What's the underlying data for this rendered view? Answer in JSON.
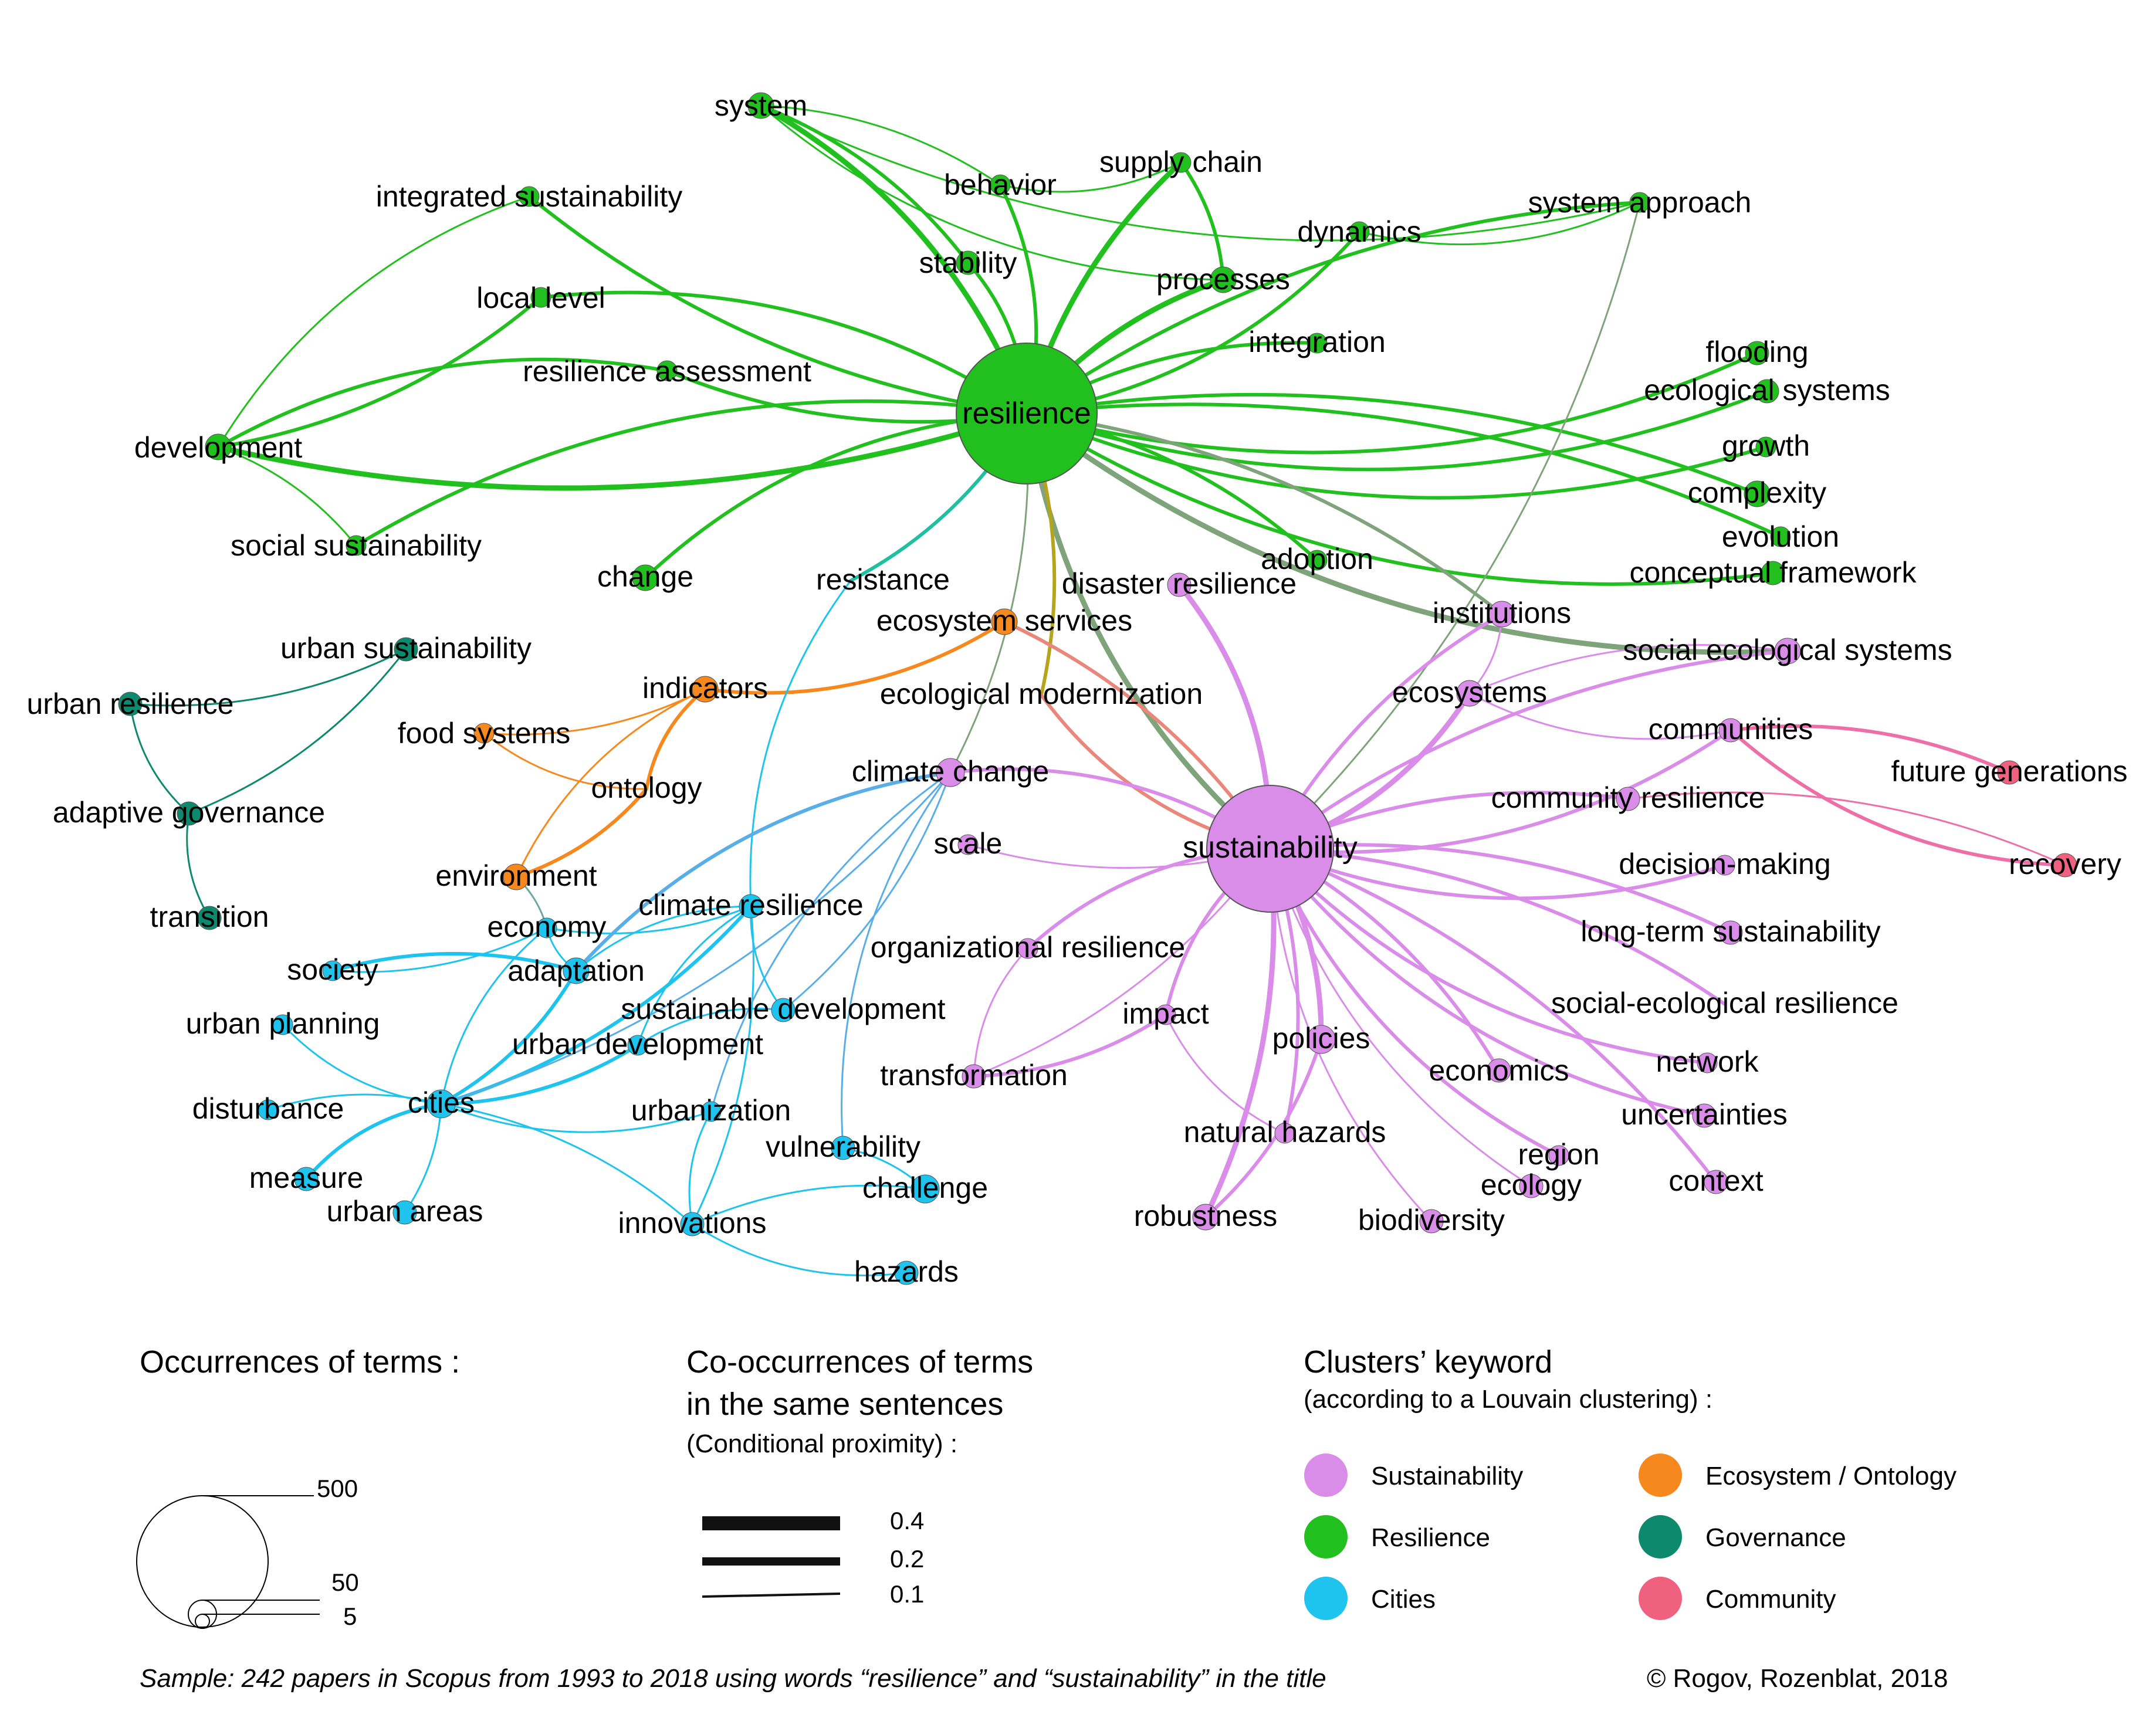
{
  "nodes": [
    {
      "id": "resilience",
      "label": "resilience",
      "cluster": "resilience"
    },
    {
      "id": "sustainability",
      "label": "sustainability",
      "cluster": "sustainability"
    },
    {
      "id": "system",
      "label": "system",
      "cluster": "resilience"
    },
    {
      "id": "integrated_sustainability",
      "label": "integrated sustainability",
      "cluster": "resilience"
    },
    {
      "id": "behavior",
      "label": "behavior",
      "cluster": "resilience"
    },
    {
      "id": "supply_chain",
      "label": "supply chain",
      "cluster": "resilience"
    },
    {
      "id": "dynamics",
      "label": "dynamics",
      "cluster": "resilience"
    },
    {
      "id": "system_approach",
      "label": "system approach",
      "cluster": "resilience"
    },
    {
      "id": "stability",
      "label": "stability",
      "cluster": "resilience"
    },
    {
      "id": "processes",
      "label": "processes",
      "cluster": "resilience"
    },
    {
      "id": "local_level",
      "label": "local level",
      "cluster": "resilience"
    },
    {
      "id": "integration",
      "label": "integration",
      "cluster": "resilience"
    },
    {
      "id": "flooding",
      "label": "flooding",
      "cluster": "resilience"
    },
    {
      "id": "resilience_assessment",
      "label": "resilience assessment",
      "cluster": "resilience"
    },
    {
      "id": "ecological_systems",
      "label": "ecological systems",
      "cluster": "resilience"
    },
    {
      "id": "development",
      "label": "development",
      "cluster": "resilience"
    },
    {
      "id": "growth",
      "label": "growth",
      "cluster": "resilience"
    },
    {
      "id": "complexity",
      "label": "complexity",
      "cluster": "resilience"
    },
    {
      "id": "social_sustainability",
      "label": "social sustainability",
      "cluster": "resilience"
    },
    {
      "id": "evolution",
      "label": "evolution",
      "cluster": "resilience"
    },
    {
      "id": "change",
      "label": "change",
      "cluster": "resilience"
    },
    {
      "id": "adoption",
      "label": "adoption",
      "cluster": "resilience"
    },
    {
      "id": "conceptual_framework",
      "label": "conceptual framework",
      "cluster": "resilience"
    },
    {
      "id": "resistance",
      "label": "resistance",
      "cluster": "cities"
    },
    {
      "id": "disaster_resilience",
      "label": "disaster resilience",
      "cluster": "sustainability"
    },
    {
      "id": "institutions",
      "label": "institutions",
      "cluster": "sustainability"
    },
    {
      "id": "ecosystem_services",
      "label": "ecosystem services",
      "cluster": "ecosystem"
    },
    {
      "id": "urban_sustainability",
      "label": "urban sustainability",
      "cluster": "governance"
    },
    {
      "id": "social_ecological_systems",
      "label": "social ecological systems",
      "cluster": "sustainability"
    },
    {
      "id": "urban_resilience",
      "label": "urban resilience",
      "cluster": "governance"
    },
    {
      "id": "indicators",
      "label": "indicators",
      "cluster": "ecosystem"
    },
    {
      "id": "ecological_modernization",
      "label": "ecological modernization",
      "cluster": "ecosystem"
    },
    {
      "id": "ecosystems",
      "label": "ecosystems",
      "cluster": "sustainability"
    },
    {
      "id": "food_systems",
      "label": "food systems",
      "cluster": "ecosystem"
    },
    {
      "id": "communities",
      "label": "communities",
      "cluster": "sustainability"
    },
    {
      "id": "future_generations",
      "label": "future generations",
      "cluster": "community"
    },
    {
      "id": "climate_change",
      "label": "climate change",
      "cluster": "sustainability"
    },
    {
      "id": "ontology",
      "label": "ontology",
      "cluster": "ecosystem"
    },
    {
      "id": "adaptive_governance",
      "label": "adaptive governance",
      "cluster": "governance"
    },
    {
      "id": "community_resilience",
      "label": "community resilience",
      "cluster": "sustainability"
    },
    {
      "id": "scale",
      "label": "scale",
      "cluster": "sustainability"
    },
    {
      "id": "recovery",
      "label": "recovery",
      "cluster": "community"
    },
    {
      "id": "environment",
      "label": "environment",
      "cluster": "ecosystem"
    },
    {
      "id": "decision_making",
      "label": "decision-making",
      "cluster": "sustainability"
    },
    {
      "id": "transition",
      "label": "transition",
      "cluster": "governance"
    },
    {
      "id": "climate_resilience",
      "label": "climate resilience",
      "cluster": "cities"
    },
    {
      "id": "economy",
      "label": "economy",
      "cluster": "cities"
    },
    {
      "id": "long_term_sustainability",
      "label": "long-term sustainability",
      "cluster": "sustainability"
    },
    {
      "id": "organizational_resilience",
      "label": "organizational resilience",
      "cluster": "sustainability"
    },
    {
      "id": "society",
      "label": "society",
      "cluster": "cities"
    },
    {
      "id": "adaptation",
      "label": "adaptation",
      "cluster": "cities"
    },
    {
      "id": "sustainable_development",
      "label": "sustainable development",
      "cluster": "cities"
    },
    {
      "id": "social_ecological_resilience",
      "label": "social-ecological resilience",
      "cluster": "sustainability"
    },
    {
      "id": "impact",
      "label": "impact",
      "cluster": "sustainability"
    },
    {
      "id": "urban_planning",
      "label": "urban planning",
      "cluster": "cities"
    },
    {
      "id": "policies",
      "label": "policies",
      "cluster": "sustainability"
    },
    {
      "id": "urban_development",
      "label": "urban development",
      "cluster": "cities"
    },
    {
      "id": "network",
      "label": "network",
      "cluster": "sustainability"
    },
    {
      "id": "transformation",
      "label": "transformation",
      "cluster": "sustainability"
    },
    {
      "id": "economics",
      "label": "economics",
      "cluster": "sustainability"
    },
    {
      "id": "cities",
      "label": "cities",
      "cluster": "cities"
    },
    {
      "id": "disturbance",
      "label": "disturbance",
      "cluster": "cities"
    },
    {
      "id": "urbanization",
      "label": "urbanization",
      "cluster": "cities"
    },
    {
      "id": "uncertainties",
      "label": "uncertainties",
      "cluster": "sustainability"
    },
    {
      "id": "natural_hazards",
      "label": "natural hazards",
      "cluster": "sustainability"
    },
    {
      "id": "region",
      "label": "region",
      "cluster": "sustainability"
    },
    {
      "id": "vulnerability",
      "label": "vulnerability",
      "cluster": "cities"
    },
    {
      "id": "measure",
      "label": "measure",
      "cluster": "cities"
    },
    {
      "id": "context",
      "label": "context",
      "cluster": "sustainability"
    },
    {
      "id": "challenge",
      "label": "challenge",
      "cluster": "cities"
    },
    {
      "id": "ecology",
      "label": "ecology",
      "cluster": "sustainability"
    },
    {
      "id": "urban_areas",
      "label": "urban areas",
      "cluster": "cities"
    },
    {
      "id": "robustness",
      "label": "robustness",
      "cluster": "sustainability"
    },
    {
      "id": "innovations",
      "label": "innovations",
      "cluster": "cities"
    },
    {
      "id": "biodiversity",
      "label": "biodiversity",
      "cluster": "sustainability"
    },
    {
      "id": "hazards",
      "label": "hazards",
      "cluster": "cities"
    }
  ],
  "edges": [
    [
      "resilience",
      "system",
      3
    ],
    [
      "resilience",
      "integrated_sustainability",
      2
    ],
    [
      "resilience",
      "behavior",
      2
    ],
    [
      "resilience",
      "supply_chain",
      3
    ],
    [
      "resilience",
      "dynamics",
      2
    ],
    [
      "resilience",
      "system_approach",
      2
    ],
    [
      "resilience",
      "stability",
      2
    ],
    [
      "resilience",
      "processes",
      3
    ],
    [
      "resilience",
      "local_level",
      2
    ],
    [
      "resilience",
      "integration",
      2
    ],
    [
      "resilience",
      "flooding",
      2
    ],
    [
      "resilience",
      "resilience_assessment",
      2
    ],
    [
      "resilience",
      "ecological_systems",
      2
    ],
    [
      "resilience",
      "development",
      3
    ],
    [
      "resilience",
      "growth",
      2
    ],
    [
      "resilience",
      "complexity",
      2
    ],
    [
      "resilience",
      "social_sustainability",
      2
    ],
    [
      "resilience",
      "evolution",
      2
    ],
    [
      "resilience",
      "change",
      2
    ],
    [
      "resilience",
      "adoption",
      2
    ],
    [
      "resilience",
      "conceptual_framework",
      2
    ],
    [
      "resilience",
      "resistance",
      2
    ],
    [
      "resilience",
      "sustainability",
      3
    ],
    [
      "resilience",
      "ecological_modernization",
      2
    ],
    [
      "resilience",
      "social_ecological_systems",
      3
    ],
    [
      "resilience",
      "institutions",
      2
    ],
    [
      "system",
      "system_approach",
      1
    ],
    [
      "system",
      "stability",
      2
    ],
    [
      "system",
      "processes",
      1
    ],
    [
      "system",
      "behavior",
      1
    ],
    [
      "integrated_sustainability",
      "development",
      1
    ],
    [
      "local_level",
      "development",
      2
    ],
    [
      "resilience_assessment",
      "development",
      2
    ],
    [
      "development",
      "social_sustainability",
      1
    ],
    [
      "behavior",
      "supply_chain",
      1
    ],
    [
      "supply_chain",
      "processes",
      2
    ],
    [
      "dynamics",
      "system_approach",
      1
    ],
    [
      "system_approach",
      "sustainability",
      1
    ],
    [
      "ecological_modernization",
      "sustainability",
      2
    ],
    [
      "resilience",
      "climate_change",
      1
    ],
    [
      "sustainability",
      "disaster_resilience",
      3
    ],
    [
      "sustainability",
      "institutions",
      2
    ],
    [
      "sustainability",
      "ecosystems",
      3
    ],
    [
      "sustainability",
      "social_ecological_systems",
      2
    ],
    [
      "sustainability",
      "communities",
      2
    ],
    [
      "sustainability",
      "community_resilience",
      2
    ],
    [
      "sustainability",
      "climate_change",
      2
    ],
    [
      "sustainability",
      "scale",
      1
    ],
    [
      "sustainability",
      "decision_making",
      2
    ],
    [
      "sustainability",
      "long_term_sustainability",
      2
    ],
    [
      "sustainability",
      "organizational_resilience",
      2
    ],
    [
      "sustainability",
      "social_ecological_resilience",
      2
    ],
    [
      "sustainability",
      "impact",
      2
    ],
    [
      "sustainability",
      "policies",
      3
    ],
    [
      "sustainability",
      "network",
      2
    ],
    [
      "sustainability",
      "economics",
      2
    ],
    [
      "sustainability",
      "uncertainties",
      2
    ],
    [
      "sustainability",
      "natural_hazards",
      2
    ],
    [
      "sustainability",
      "region",
      2
    ],
    [
      "sustainability",
      "context",
      2
    ],
    [
      "sustainability",
      "ecology",
      1
    ],
    [
      "sustainability",
      "robustness",
      3
    ],
    [
      "sustainability",
      "biodiversity",
      1
    ],
    [
      "sustainability",
      "transformation",
      1
    ],
    [
      "ecosystems",
      "institutions",
      1
    ],
    [
      "ecosystems",
      "social_ecological_systems",
      1
    ],
    [
      "ecosystems",
      "communities",
      1
    ],
    [
      "impact",
      "transformation",
      2
    ],
    [
      "impact",
      "natural_hazards",
      1
    ],
    [
      "policies",
      "robustness",
      2
    ],
    [
      "organizational_resilience",
      "transformation",
      1
    ],
    [
      "communities",
      "future_generations",
      2
    ],
    [
      "communities",
      "recovery",
      2
    ],
    [
      "community_resilience",
      "recovery",
      1
    ],
    [
      "indicators",
      "ecosystem_services",
      2
    ],
    [
      "indicators",
      "food_systems",
      1
    ],
    [
      "indicators",
      "ontology",
      2
    ],
    [
      "ecosystem_services",
      "sustainability",
      2
    ],
    [
      "food_systems",
      "ontology",
      1
    ],
    [
      "ontology",
      "environment",
      2
    ],
    [
      "indicators",
      "environment",
      1
    ],
    [
      "urban_sustainability",
      "urban_resilience",
      1
    ],
    [
      "urban_resilience",
      "adaptive_governance",
      1
    ],
    [
      "urban_sustainability",
      "adaptive_governance",
      1
    ],
    [
      "adaptive_governance",
      "transition",
      1
    ],
    [
      "environment",
      "economy",
      1
    ],
    [
      "resistance",
      "climate_resilience",
      1
    ],
    [
      "climate_resilience",
      "economy",
      1
    ],
    [
      "climate_resilience",
      "adaptation",
      1
    ],
    [
      "climate_resilience",
      "cities",
      2
    ],
    [
      "climate_resilience",
      "urban_development",
      1
    ],
    [
      "climate_resilience",
      "innovations",
      1
    ],
    [
      "climate_change",
      "adaptation",
      2
    ],
    [
      "climate_change",
      "cities",
      1
    ],
    [
      "climate_change",
      "urbanization",
      1
    ],
    [
      "climate_change",
      "sustainable_development",
      1
    ],
    [
      "climate_change",
      "vulnerability",
      1
    ],
    [
      "economy",
      "society",
      1
    ],
    [
      "economy",
      "adaptation",
      1
    ],
    [
      "society",
      "adaptation",
      2
    ],
    [
      "economy",
      "cities",
      1
    ],
    [
      "adaptation",
      "cities",
      2
    ],
    [
      "sustainable_development",
      "urban_development",
      1
    ],
    [
      "urban_development",
      "cities",
      2
    ],
    [
      "urban_planning",
      "cities",
      1
    ],
    [
      "disturbance",
      "cities",
      1
    ],
    [
      "cities",
      "measure",
      2
    ],
    [
      "cities",
      "urban_areas",
      1
    ],
    [
      "cities",
      "urbanization",
      1
    ],
    [
      "cities",
      "innovations",
      1
    ],
    [
      "urbanization",
      "innovations",
      1
    ],
    [
      "innovations",
      "challenge",
      1
    ],
    [
      "innovations",
      "hazards",
      1
    ],
    [
      "vulnerability",
      "challenge",
      1
    ],
    [
      "climate_resilience",
      "sustainable_development",
      1
    ]
  ],
  "legend": {
    "occurrences_title": "Occurrences of terms :",
    "occurrence_values": [
      "500",
      "50",
      "5"
    ],
    "cooccurrence_title_1": "Co-occurrences of terms",
    "cooccurrence_title_2": "in the same sentences",
    "cooccurrence_sub": "(Conditional proximity) :",
    "cooccurrence_values": [
      "0.4",
      "0.2",
      "0.1"
    ],
    "clusters_title": "Clusters’ keyword",
    "clusters_sub": "(according to a Louvain clustering) :",
    "clusters": [
      {
        "key": "sustainability",
        "label": "Sustainability",
        "color": "#d98ce8"
      },
      {
        "key": "resilience",
        "label": "Resilience",
        "color": "#22c01e"
      },
      {
        "key": "cities",
        "label": "Cities",
        "color": "#1ec3ee"
      },
      {
        "key": "ecosystem",
        "label": "Ecosystem / Ontology",
        "color": "#f7881e"
      },
      {
        "key": "governance",
        "label": "Governance",
        "color": "#0d8a6e"
      },
      {
        "key": "community",
        "label": "Community",
        "color": "#f0607f"
      }
    ]
  },
  "footer": {
    "sample": "Sample: 242 papers in Scopus from 1993 to 2018 using words “resilience” and “sustainability” in the title",
    "credit": "© Rogov, Rozenblat, 2018"
  }
}
